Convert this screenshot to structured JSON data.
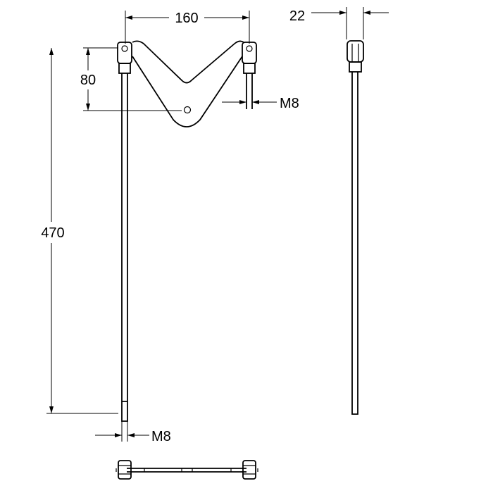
{
  "dimensions": {
    "width_between_fittings": "160",
    "bracket_offset": "80",
    "rod_length": "470",
    "thread_right": "M8",
    "thread_bottom": "M8",
    "side_width": "22"
  }
}
